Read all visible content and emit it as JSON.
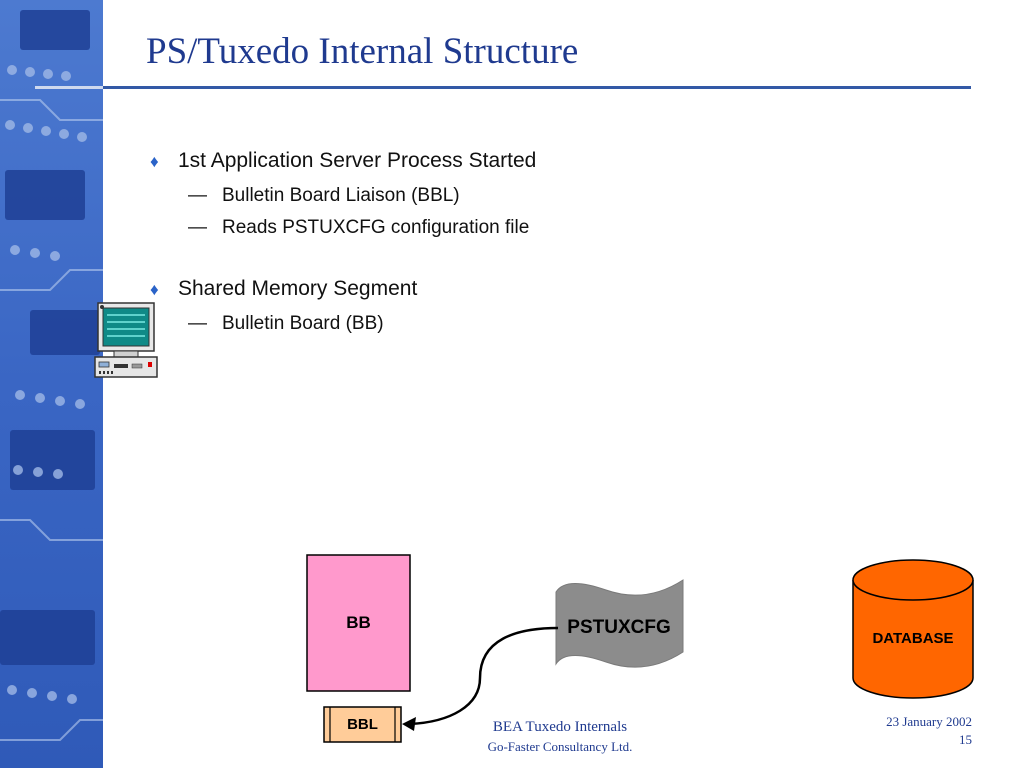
{
  "slide": {
    "title": "PS/Tuxedo Internal Structure",
    "bullets": [
      {
        "text": "1st Application Server Process Started",
        "subs": [
          "Bulletin Board Liaison (BBL)",
          "Reads PSTUXCFG configuration file"
        ]
      },
      {
        "text": "Shared Memory Segment",
        "subs": [
          "Bulletin Board (BB)"
        ]
      }
    ],
    "bullet_glyph": "♦",
    "sub_glyph": "—"
  },
  "diagram": {
    "bb_label": "BB",
    "bbl_label": "BBL",
    "config_label": "PSTUXCFG",
    "database_label": "DATABASE",
    "colors": {
      "bb_fill": "#ff99cc",
      "bbl_fill": "#ffcc99",
      "config_fill": "#8c8c8c",
      "database_fill": "#ff6600",
      "title": "#1f3a8f",
      "side_strip": "#3a66c4"
    },
    "icons": [
      "computer-icon",
      "arrow-icon"
    ]
  },
  "footer": {
    "title": "BEA Tuxedo Internals",
    "company": "Go-Faster Consultancy Ltd.",
    "date": "23 January 2002",
    "page": "15"
  }
}
